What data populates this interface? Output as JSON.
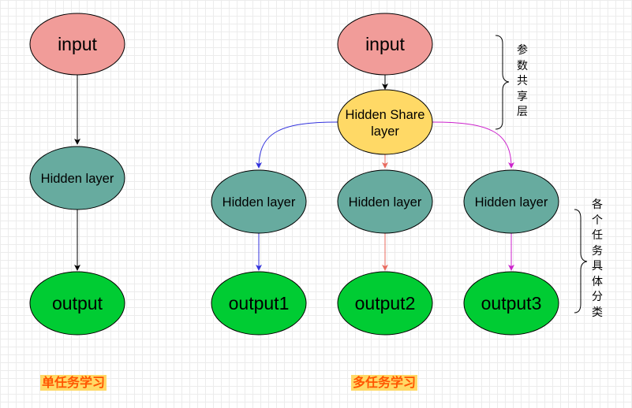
{
  "single_task": {
    "input_label": "input",
    "hidden_label": "Hidden layer",
    "output_label": "output",
    "caption": "单任务学习"
  },
  "multi_task": {
    "input_label": "input",
    "shared_label_line1": "Hidden Share",
    "shared_label_line2": "layer",
    "hidden_labels": [
      "Hidden layer",
      "Hidden layer",
      "Hidden layer"
    ],
    "output_labels": [
      "output1",
      "output2",
      "output3"
    ],
    "caption": "多任务学习",
    "shared_brace_text": "参数共享层",
    "task_brace_text": "各个任务具体分类"
  },
  "colors": {
    "input_fill": "#f19c99",
    "hidden_fill": "#67ab9f",
    "shared_fill": "#ffd966",
    "output_fill": "#00cc33",
    "edge_default": "#000000",
    "edge_blue": "#3333dd",
    "edge_red": "#e86a5e",
    "edge_magenta": "#cc22cc",
    "caption_text": "#ff5500",
    "caption_bg": "#ffd966"
  }
}
